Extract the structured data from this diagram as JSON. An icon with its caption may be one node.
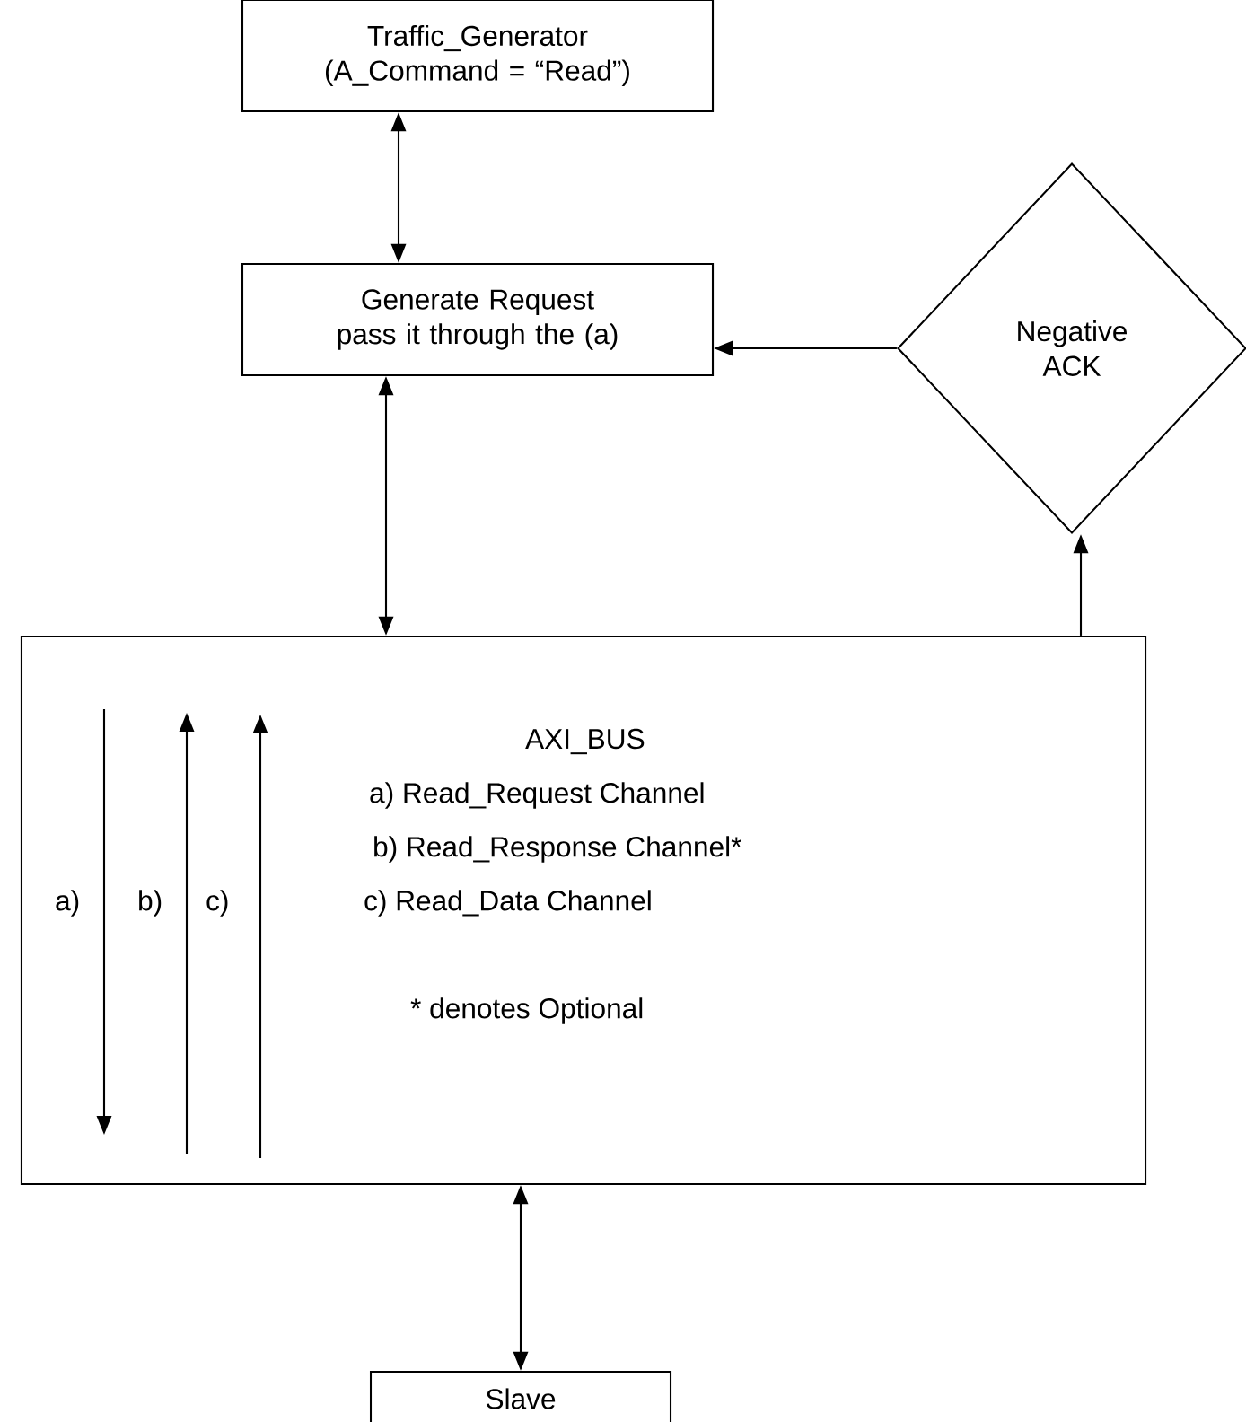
{
  "diagram": {
    "nodes": [
      {
        "text": [
          "Traffic_Generator (A_Command = “Read”)"
        ]
      },
      {
        "text": [
          "Generate Request pass it through the (a)"
        ]
      },
      {
        "text": [
          "Negative ACK"
        ]
      },
      {
        "text": [
          "AXI_BUS",
          "a) Read_Request Channel",
          "b) Read_Response Channel*",
          "c)  Read_Data Channel",
          "* denotes Optional"
        ]
      },
      {
        "text": [
          "Slave"
        ]
      }
    ],
    "edges": [
      {
        "from": 0,
        "to": 1,
        "arrow": "both"
      },
      {
        "from": 2,
        "to": 1,
        "arrow": "to"
      },
      {
        "from": 1,
        "to": 3,
        "arrow": "both"
      },
      {
        "from": 3,
        "to": 2,
        "arrow": "to"
      },
      {
        "from": 3,
        "to": 4,
        "arrow": "both"
      }
    ],
    "labels": [
      "a)",
      "b)",
      "c)"
    ]
  }
}
